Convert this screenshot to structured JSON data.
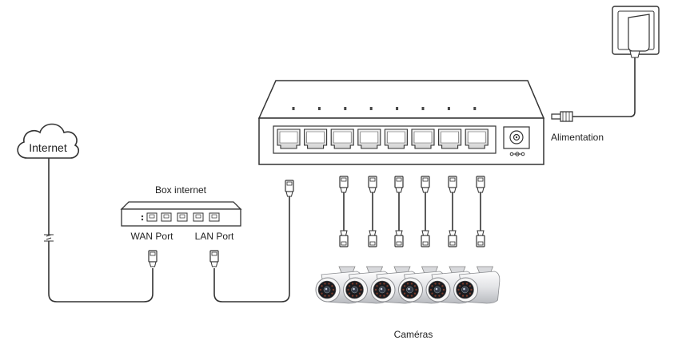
{
  "labels": {
    "internet": "Internet",
    "box": "Box internet",
    "wan": "WAN Port",
    "lan": "LAN Port",
    "power": "Alimentation",
    "cameras": "Caméras"
  },
  "icons": {
    "cloud": "cloud-icon",
    "router": "router-icon",
    "switch": "network-switch-icon",
    "adapter": "power-adapter-icon",
    "connector": "rj45-connector-icon",
    "camera": "bullet-camera-icon"
  },
  "switch_ports": 8,
  "camera_count": 6,
  "colors": {
    "line": "#333333",
    "switch_body": "#ffffff",
    "camera_body": "#e9eaec",
    "camera_ring": "#f7f7f7"
  }
}
